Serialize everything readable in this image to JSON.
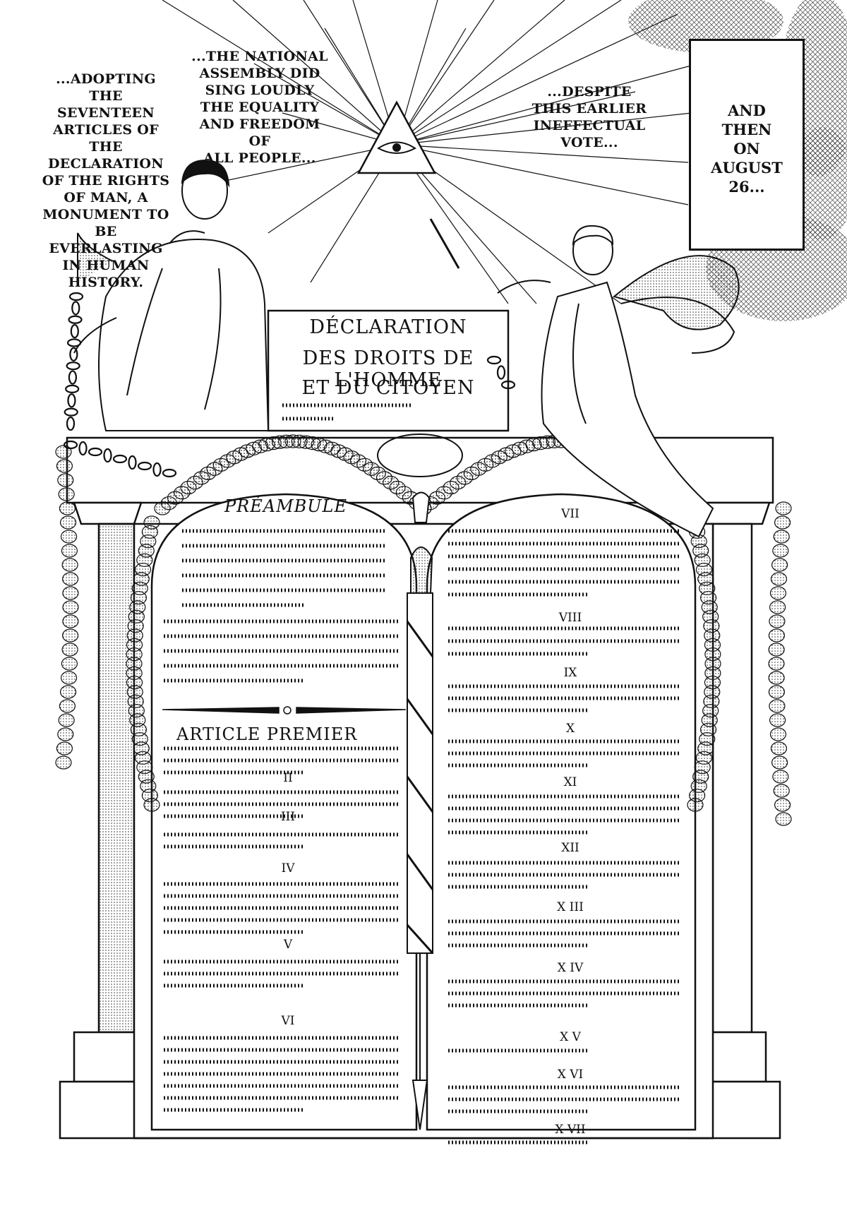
{
  "captions": {
    "left": "...ADOPTING\nTHE SEVENTEEN\nARTICLES OF THE\nDECLARATION\nOF THE RIGHTS\nOF MAN, A\nMONUMENT TO\nBE EVERLASTING\nIN HUMAN\nHISTORY.",
    "center": "...THE NATIONAL\nASSEMBLY DID\nSING LOUDLY\nTHE EQUALITY\nAND FREEDOM OF\nALL PEOPLE...",
    "right": "...DESPITE\nTHIS EARLIER\nINEFFECTUAL\nVOTE...",
    "box": "AND\nTHEN\nON\nAUGUST\n26..."
  },
  "tablet": {
    "title_line1": "DÉCLARATION",
    "title_line2": "DES DROITS DE L'HOMME",
    "title_line3": "ET DU CITOYEN",
    "preamble": "PRÉAMBULE",
    "article_first": "ARTICLE PREMIER",
    "left_numerals": [
      "II",
      "III",
      "IV",
      "V",
      "VI"
    ],
    "right_numerals": [
      "VII",
      "VIII",
      "IX",
      "X",
      "XI",
      "XII",
      "X III",
      "X IV",
      "X V",
      "X VI",
      "X VII"
    ]
  }
}
